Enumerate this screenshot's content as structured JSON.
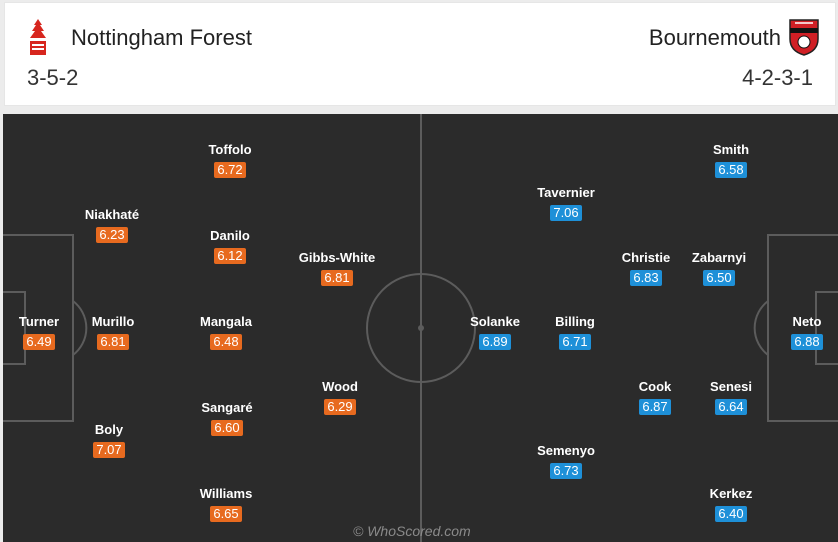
{
  "home": {
    "name": "Nottingham Forest",
    "formation": "3-5-2",
    "color": "#e76a1f",
    "crest_icon": "nottingham-forest-crest-icon"
  },
  "away": {
    "name": "Bournemouth",
    "formation": "4-2-3-1",
    "color": "#1e90d8",
    "crest_icon": "bournemouth-crest-icon"
  },
  "home_players": [
    {
      "name": "Toffolo",
      "rating": "6.72"
    },
    {
      "name": "Niakhaté",
      "rating": "6.23"
    },
    {
      "name": "Danilo",
      "rating": "6.12"
    },
    {
      "name": "Gibbs-White",
      "rating": "6.81"
    },
    {
      "name": "Turner",
      "rating": "6.49"
    },
    {
      "name": "Murillo",
      "rating": "6.81"
    },
    {
      "name": "Mangala",
      "rating": "6.48"
    },
    {
      "name": "Wood",
      "rating": "6.29"
    },
    {
      "name": "Sangaré",
      "rating": "6.60"
    },
    {
      "name": "Boly",
      "rating": "7.07"
    },
    {
      "name": "Williams",
      "rating": "6.65"
    }
  ],
  "away_players": [
    {
      "name": "Smith",
      "rating": "6.58"
    },
    {
      "name": "Tavernier",
      "rating": "7.06"
    },
    {
      "name": "Christie",
      "rating": "6.83"
    },
    {
      "name": "Zabarnyi",
      "rating": "6.50"
    },
    {
      "name": "Solanke",
      "rating": "6.89"
    },
    {
      "name": "Billing",
      "rating": "6.71"
    },
    {
      "name": "Neto",
      "rating": "6.88"
    },
    {
      "name": "Cook",
      "rating": "6.87"
    },
    {
      "name": "Senesi",
      "rating": "6.64"
    },
    {
      "name": "Semenyo",
      "rating": "6.73"
    },
    {
      "name": "Kerkez",
      "rating": "6.40"
    }
  ],
  "watermark": "© WhoScored.com"
}
